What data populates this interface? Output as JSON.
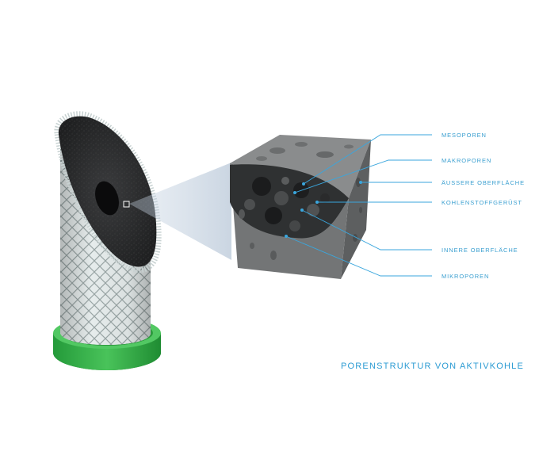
{
  "labels": {
    "mesoporen": "MESOPOREN",
    "makroporen": "MAKROPOREN",
    "aeussere_oberflaeche": "ÄUSSERE OBERFLÄCHE",
    "kohlenstoffgeruest": "KOHLENSTOFFGERÜST",
    "innere_oberflaeche": "INNERE OBERFLÄCHE",
    "mikroporen": "MIKROPOREN"
  },
  "caption": "PORENSTRUKTUR VON AKTIVKOHLE",
  "colors": {
    "accent": "#2b9bd3",
    "leader_line": "#3aa6dd",
    "carbon_face": "#2a2b2d",
    "cube_face": "#6e7071",
    "filter_mesh": "#dfe6e6",
    "base_ring": "#3bb24a"
  }
}
